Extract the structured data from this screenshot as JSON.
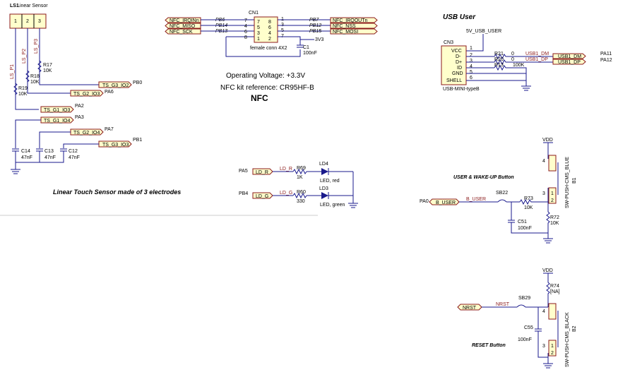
{
  "ls1": {
    "ref": "LS1",
    "name": "Linear Sensor",
    "pins": [
      "1",
      "2",
      "3"
    ],
    "nets": [
      "LS_P1",
      "LS_P2",
      "LS_P3"
    ]
  },
  "touch_resistors": [
    {
      "ref": "R17",
      "val": "10K"
    },
    {
      "ref": "R18",
      "val": "10K"
    },
    {
      "ref": "R19",
      "val": "10K"
    }
  ],
  "touch_labels": [
    {
      "label": "TS_G3_IO2",
      "port": "PB0"
    },
    {
      "label": "TS_G2_IO3",
      "port": "PA6"
    },
    {
      "label": "TS_G1_IO3",
      "port": "PA2"
    },
    {
      "label": "TS_G1_IO4",
      "port": "PA3"
    },
    {
      "label": "TS_G2_IO4",
      "port": "PA7"
    },
    {
      "label": "TS_G3_IO3",
      "port": "PB1"
    }
  ],
  "touch_caps": [
    {
      "ref": "C14",
      "val": "47nF"
    },
    {
      "ref": "C13",
      "val": "47nF"
    },
    {
      "ref": "C12",
      "val": "47nF"
    }
  ],
  "touch_caption": "Linear Touch Sensor made of 3 electrodes",
  "cn1": {
    "ref": "CN1",
    "desc": "female conn 4X2",
    "left_labels": [
      "NFC_IRQINn",
      "NFC_MISO",
      "NFC_SCK"
    ],
    "left_ports": [
      "PB6",
      "PB14",
      "PB13"
    ],
    "left_pins": [
      "7",
      "4",
      "6",
      "8"
    ],
    "inner_left": [
      "7",
      "5",
      "3",
      "1"
    ],
    "inner_right": [
      "8",
      "6",
      "4",
      "2"
    ],
    "right_pins": [
      "1",
      "3",
      "5",
      "7"
    ],
    "right_ports": [
      "PB7",
      "PB12",
      "PB15"
    ],
    "right_labels": [
      "NFC_IRQOUTn",
      "NFC_NSS",
      "NFC_MOSI"
    ],
    "power": "3V3"
  },
  "c1": {
    "ref": "C1",
    "val": "100nF"
  },
  "nfc": {
    "voltage": "Operating Voltage: +3.3V",
    "kit": "NFC kit reference: CR95HF-B",
    "title": "NFC"
  },
  "leds": [
    {
      "port": "PA5",
      "label": "LD_R",
      "net": "LD_R",
      "rref": "R69",
      "rval": "1K",
      "dref": "LD4",
      "desc": "LED, red"
    },
    {
      "port": "PB4",
      "label": "LD_G",
      "net": "LD_G",
      "rref": "R60",
      "rval": "330",
      "dref": "LD3",
      "desc": "LED, green"
    }
  ],
  "usb": {
    "title": "USB User",
    "power": "5V_USB_USER",
    "ref": "CN3",
    "pins": [
      "VCC",
      "D-",
      "D+",
      "ID",
      "GND",
      "SHELL"
    ],
    "pin_nums": [
      "1",
      "2",
      "3",
      "4",
      "5",
      "6"
    ],
    "model": "USB-MINI-typeB",
    "res": [
      {
        "ref": "R21",
        "val": "0"
      },
      {
        "ref": "R20",
        "val": "0"
      },
      {
        "ref": "R13",
        "val": "100K"
      }
    ],
    "nets": [
      "USB1_DM",
      "USB1_DP"
    ],
    "ports": [
      "PA11",
      "PA12"
    ]
  },
  "user_btn": {
    "vdd": "VDD",
    "title": "USER & WAKE-UP Button",
    "port": "PA0",
    "label": "B_USER",
    "net": "B_USER",
    "sb": "SB22",
    "r1": {
      "ref": "R73",
      "val": "10K"
    },
    "r2": {
      "ref": "R72",
      "val": "10K"
    },
    "cap": {
      "ref": "C51",
      "val": "100nF"
    },
    "sw": "SW-PUSH-CMS_BLUE",
    "ref": "B1",
    "pins": [
      "4",
      "3",
      "1",
      "2"
    ]
  },
  "reset_btn": {
    "vdd": "VDD",
    "title": "RESET Button",
    "label": "NRST",
    "net": "NRST",
    "sb": "SB29",
    "r": {
      "ref": "R74",
      "val": "[NA]"
    },
    "cap": {
      "ref": "C55",
      "val": "100nF"
    },
    "sw": "SW-PUSH-CMS_BLACK",
    "ref": "B2",
    "pins": [
      "4",
      "3",
      "1",
      "2"
    ]
  }
}
